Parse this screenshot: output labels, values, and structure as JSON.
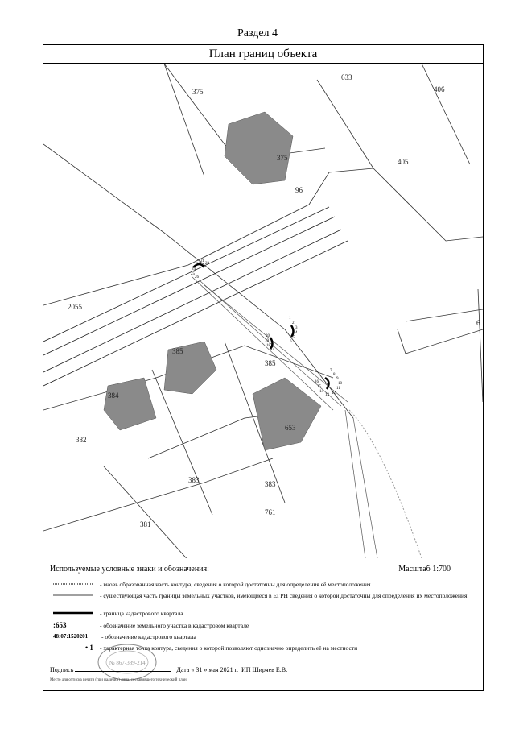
{
  "section": "Раздел 4",
  "plan_title": "План границ объекта",
  "map": {
    "parcels": [
      "375",
      "633",
      "406",
      "375",
      "405",
      "96",
      "2055",
      "385",
      "385",
      "384",
      "653",
      "382",
      "383",
      "383",
      "381",
      "761",
      "6"
    ],
    "points": [
      "1",
      "2",
      "3",
      "4",
      "5",
      "6",
      "7",
      "8",
      "9",
      "10",
      "11",
      "12",
      "13",
      "14",
      "15",
      "16",
      "17",
      "18",
      "19",
      "20",
      "21",
      "22",
      "23",
      "24",
      "25",
      "26"
    ]
  },
  "legend": {
    "title": "Используемые условные знаки и обозначения:",
    "scale": "Масштаб 1:700",
    "items": [
      {
        "symbol": "",
        "text": "- вновь образованная часть контура, сведения о которой достаточны для определения её местоположения"
      },
      {
        "symbol": "",
        "text": "- существующая часть границы земельных участков, имеющиеся в ЕГРН сведения о которой достаточны для определения их местоположения"
      },
      {
        "symbol": "",
        "text": "- граница кадастрового квартала"
      },
      {
        "symbol": ":653",
        "text": "- обозначение земельного участка в кадастровом квартале"
      },
      {
        "symbol": "48:07:1520201",
        "text": "- обозначение кадастрового квартала"
      },
      {
        "symbol": "• 1",
        "text": "- характерная точка контура, сведения о которой позволяют однозначно определить её на местности"
      }
    ]
  },
  "signature": {
    "label": "Подпись",
    "date_label": "Дата",
    "day": "31",
    "month": "мая",
    "year": "2021 г.",
    "name": "ИП Ширяев Е.В."
  },
  "note": "Место для оттиска печати (при наличии) лица, составившего технический план"
}
